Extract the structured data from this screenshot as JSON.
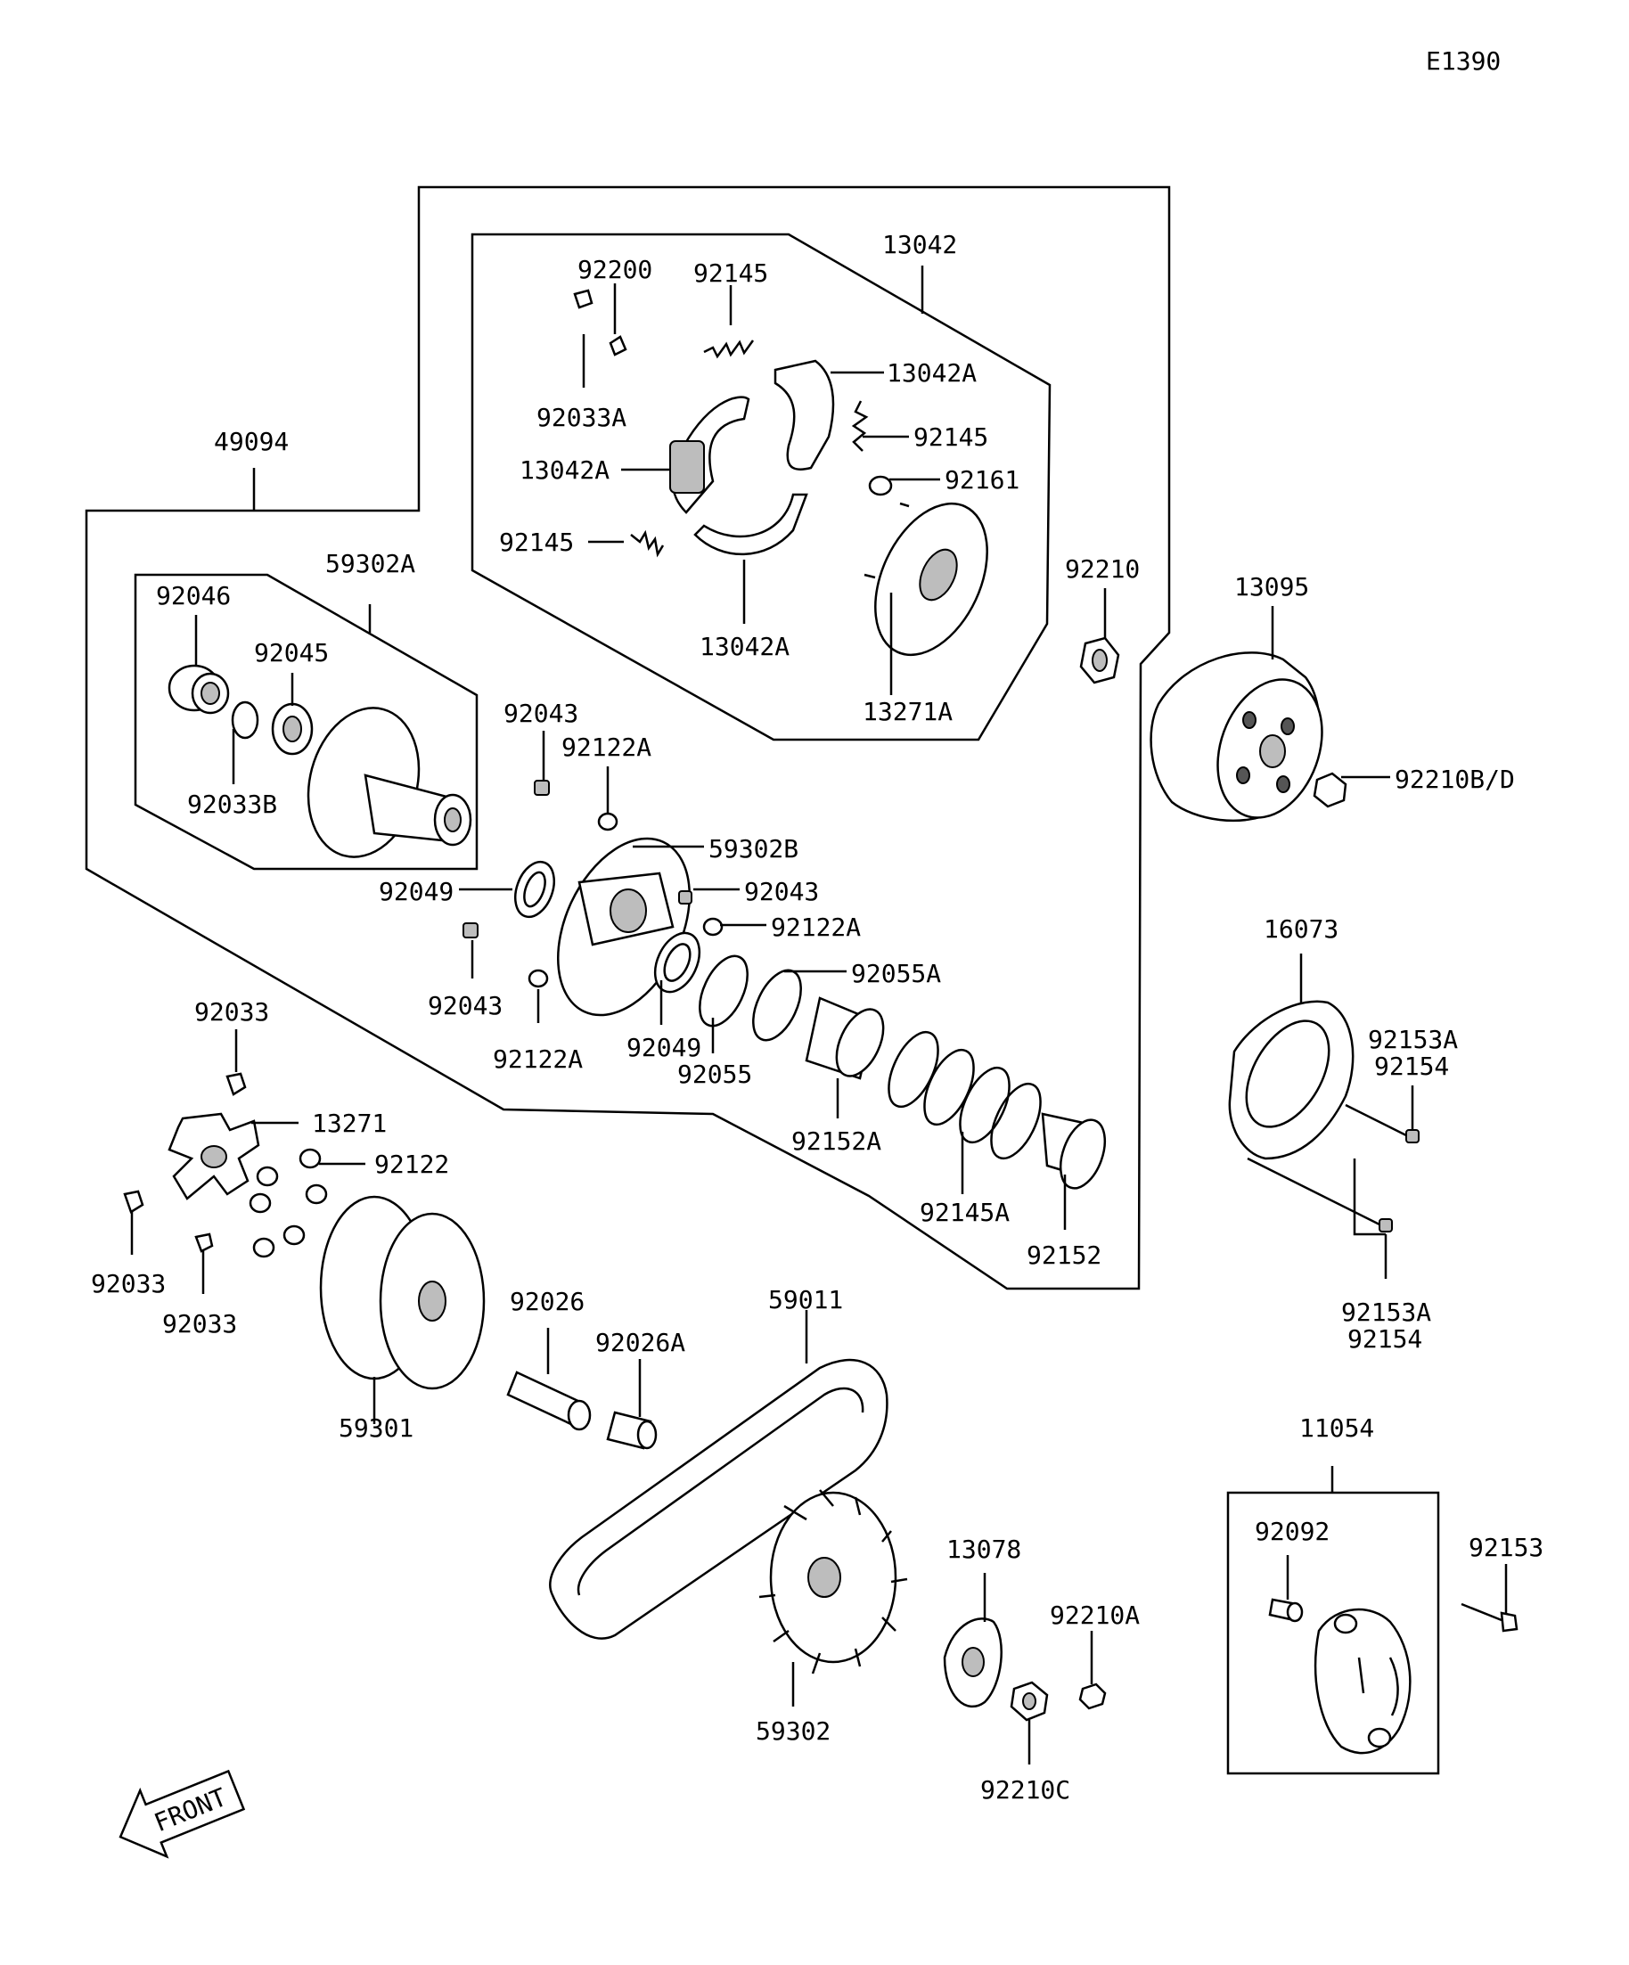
{
  "diagram_code": "E1390",
  "labels": {
    "p13042": "13042",
    "p13042A_1": "13042A",
    "p13042A_2": "13042A",
    "p13042A_3": "13042A",
    "p92200": "92200",
    "p92145_1": "92145",
    "p92145_2": "92145",
    "p92145_3": "92145",
    "p92033A": "92033A",
    "p92161": "92161",
    "p13271A": "13271A",
    "p49094": "49094",
    "p92210": "92210",
    "p13095": "13095",
    "p92210BD": "92210B/D",
    "p59302A": "59302A",
    "p92046": "92046",
    "p92045": "92045",
    "p92033B": "92033B",
    "p92043_1": "92043",
    "p92122A_1": "92122A",
    "p59302B": "59302B",
    "p92043_2": "92043",
    "p92122A_2": "92122A",
    "p92049_1": "92049",
    "p92043_3": "92043",
    "p92122A_3": "92122A",
    "p92055A": "92055A",
    "p92049_2": "92049",
    "p92055": "92055",
    "p92152A": "92152A",
    "p92145A": "92145A",
    "p92152": "92152",
    "p16073": "16073",
    "p92153A_1": "92153A",
    "p92154_1": "92154",
    "p92153A_2": "92153A",
    "p92154_2": "92154",
    "p92033_1": "92033",
    "p13271": "13271",
    "p92122": "92122",
    "p92033_2": "92033",
    "p92033_3": "92033",
    "p59301": "59301",
    "p92026": "92026",
    "p92026A": "92026A",
    "p59011": "59011",
    "p13078": "13078",
    "p92210A": "92210A",
    "p59302": "59302",
    "p92210C": "92210C",
    "p11054": "11054",
    "p92092": "92092",
    "p92153": "92153"
  },
  "front_label": "FRONT"
}
